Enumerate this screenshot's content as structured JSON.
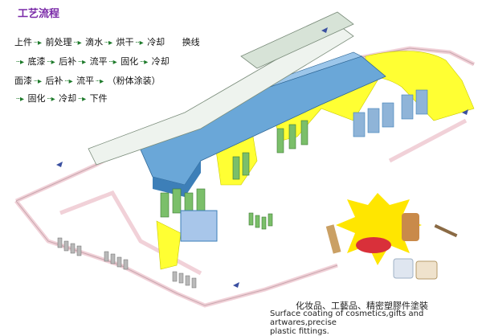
{
  "title": "工艺流程",
  "flow": [
    [
      "上件",
      "前处理",
      "滴水",
      "烘干",
      "冷却",
      "换线"
    ],
    [
      "底漆",
      "后补",
      "流平",
      "固化",
      "冷却"
    ],
    [
      "面漆",
      "后补",
      "流平",
      "（粉体涂装）"
    ],
    [
      "固化",
      "冷却",
      "下件"
    ]
  ],
  "caption_cn": "化妆品、工藝品、精密塑膠件塗裝",
  "caption_en_1": "Surface coating of cosmetics,gifts and artwares,precise",
  "caption_en_2": "plastic fittings.",
  "colors": {
    "conveyor": "#f2d7dc",
    "booth_blue": "#6aa7d8",
    "booth_blue_dark": "#3d7fb8",
    "yellow_zone": "#ffff33",
    "green_unit": "#7bbf6a",
    "title_purple": "#7a2aa8"
  }
}
